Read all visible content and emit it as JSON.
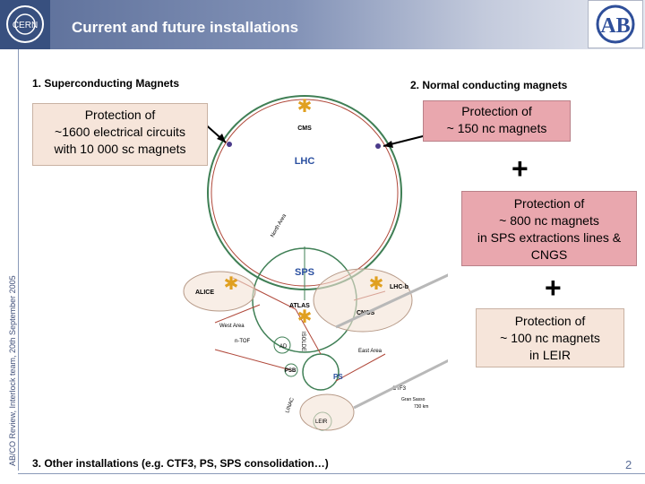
{
  "header": {
    "title": "Current and future installations",
    "left_logo": "CERN",
    "right_logo": "AB"
  },
  "sidebar": {
    "text": "AB/CO Review, Interlock team, 20th September 2005"
  },
  "sections": {
    "sc_magnets": "1. Superconducting Magnets",
    "nc_magnets": "2. Normal conducting magnets",
    "other": "3. Other installations (e.g. CTF3, PS, SPS consolidation…)"
  },
  "boxes": {
    "sc": [
      "Protection of",
      "~1600 electrical circuits",
      "with 10 000 sc magnets"
    ],
    "nc_lhc": [
      "Protection of",
      "~ 150 nc magnets"
    ],
    "nc_sps": [
      "Protection of",
      "~ 800 nc magnets",
      "in SPS extractions lines &",
      "CNGS"
    ],
    "nc_leir": [
      "Protection of",
      "~ 100 nc magnets",
      "in LEIR"
    ]
  },
  "plus_sign": "+",
  "diagram": {
    "labels": {
      "cms": "CMS",
      "lhc": "LHC",
      "sps": "SPS",
      "alice": "ALICE",
      "atlas": "ATLAS",
      "lhcb": "LHC-b",
      "cngs": "CNGS",
      "west_area": "West Area",
      "east_area": "East Area",
      "ps": "PS",
      "psb": "PSB",
      "leir": "LEIR",
      "ctf3": "CTF3",
      "isolde": "ISOLDE",
      "ntof": "n-TOF",
      "ad": "AD",
      "linac": "LINAC",
      "north_area": "North Area",
      "gran_sasso": "Gran Sasso",
      "gran_sasso_dist": "730 km"
    }
  },
  "page_number": "2",
  "colors": {
    "header_dark": "#5a6d98",
    "pink_box": "#e9a7ae",
    "cream_box": "#f6e5da",
    "ring": "#3f7f55",
    "beam": "#b0483a"
  }
}
